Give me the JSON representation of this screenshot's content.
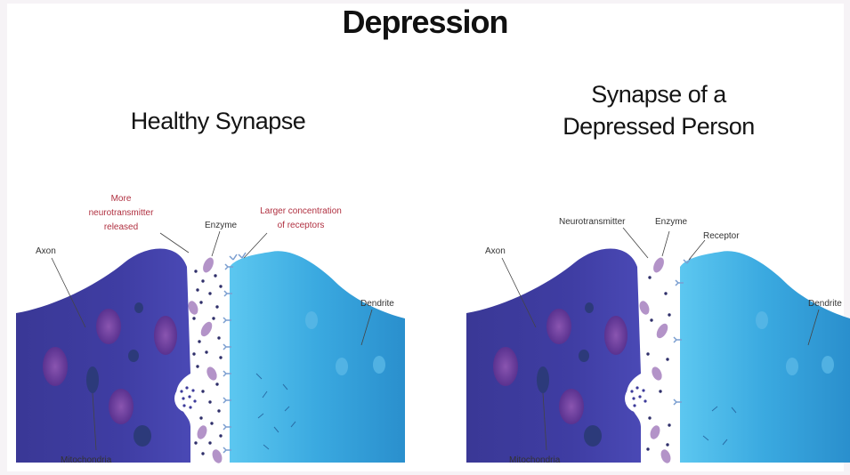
{
  "title": "Depression",
  "left_panel": {
    "title": "Healthy Synapse",
    "labels": {
      "axon": "Axon",
      "mitochondria": "Mitochondria",
      "enzyme": "Enzyme",
      "dendrite": "Dendrite",
      "more_nt": [
        "More",
        "neurotransmitter",
        "released"
      ],
      "larger_conc": [
        "Larger concentration",
        "of receptors"
      ]
    }
  },
  "right_panel": {
    "title_lines": [
      "Synapse of a",
      "Depressed Person"
    ],
    "labels": {
      "axon": "Axon",
      "mitochondria": "Mitochondria",
      "neurotransmitter": "Neurotransmitter",
      "enzyme": "Enzyme",
      "receptor": "Receptor",
      "dendrite": "Dendrite"
    }
  },
  "colors": {
    "axon": "#3c3a9a",
    "dendrite": "#3aa9e0",
    "mitochondria": "#6a3f9c",
    "neurotransmitter": "#2f2f6a",
    "enzyme": "#b393c8",
    "label_red": "#b03040"
  }
}
